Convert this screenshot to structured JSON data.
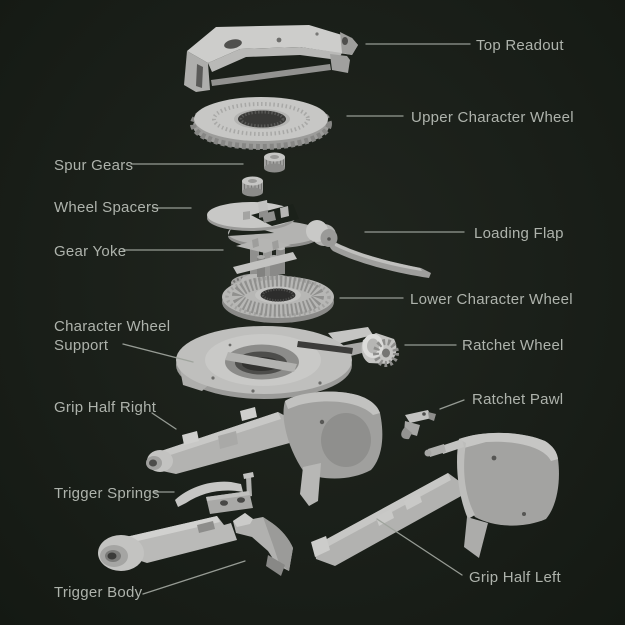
{
  "diagram": {
    "palette": {
      "background": "#1a1f19",
      "label_text": "#aeb3ac",
      "leader_line": "#9da29b",
      "part_highlight": "#d6d6d4",
      "part_light": "#c6c6c4",
      "part_mid": "#a6a6a4",
      "part_shadow": "#8a8a88",
      "part_dark": "#3c3c3a"
    },
    "labels": [
      {
        "id": "top-readout",
        "text": "Top Readout"
      },
      {
        "id": "upper-character-wheel",
        "text": "Upper Character Wheel"
      },
      {
        "id": "spur-gears",
        "text": "Spur Gears"
      },
      {
        "id": "wheel-spacers",
        "text": "Wheel Spacers"
      },
      {
        "id": "gear-yoke",
        "text": "Gear Yoke"
      },
      {
        "id": "loading-flap",
        "text": "Loading Flap"
      },
      {
        "id": "lower-character-wheel",
        "text": "Lower Character Wheel"
      },
      {
        "id": "character-wheel-support",
        "text": "Character Wheel Support"
      },
      {
        "id": "ratchet-wheel",
        "text": "Ratchet Wheel"
      },
      {
        "id": "grip-half-right",
        "text": "Grip Half Right"
      },
      {
        "id": "ratchet-pawl",
        "text": "Ratchet Pawl"
      },
      {
        "id": "trigger-springs",
        "text": "Trigger Springs"
      },
      {
        "id": "grip-half-left",
        "text": "Grip Half Left"
      },
      {
        "id": "trigger-body",
        "text": "Trigger Body"
      }
    ]
  }
}
